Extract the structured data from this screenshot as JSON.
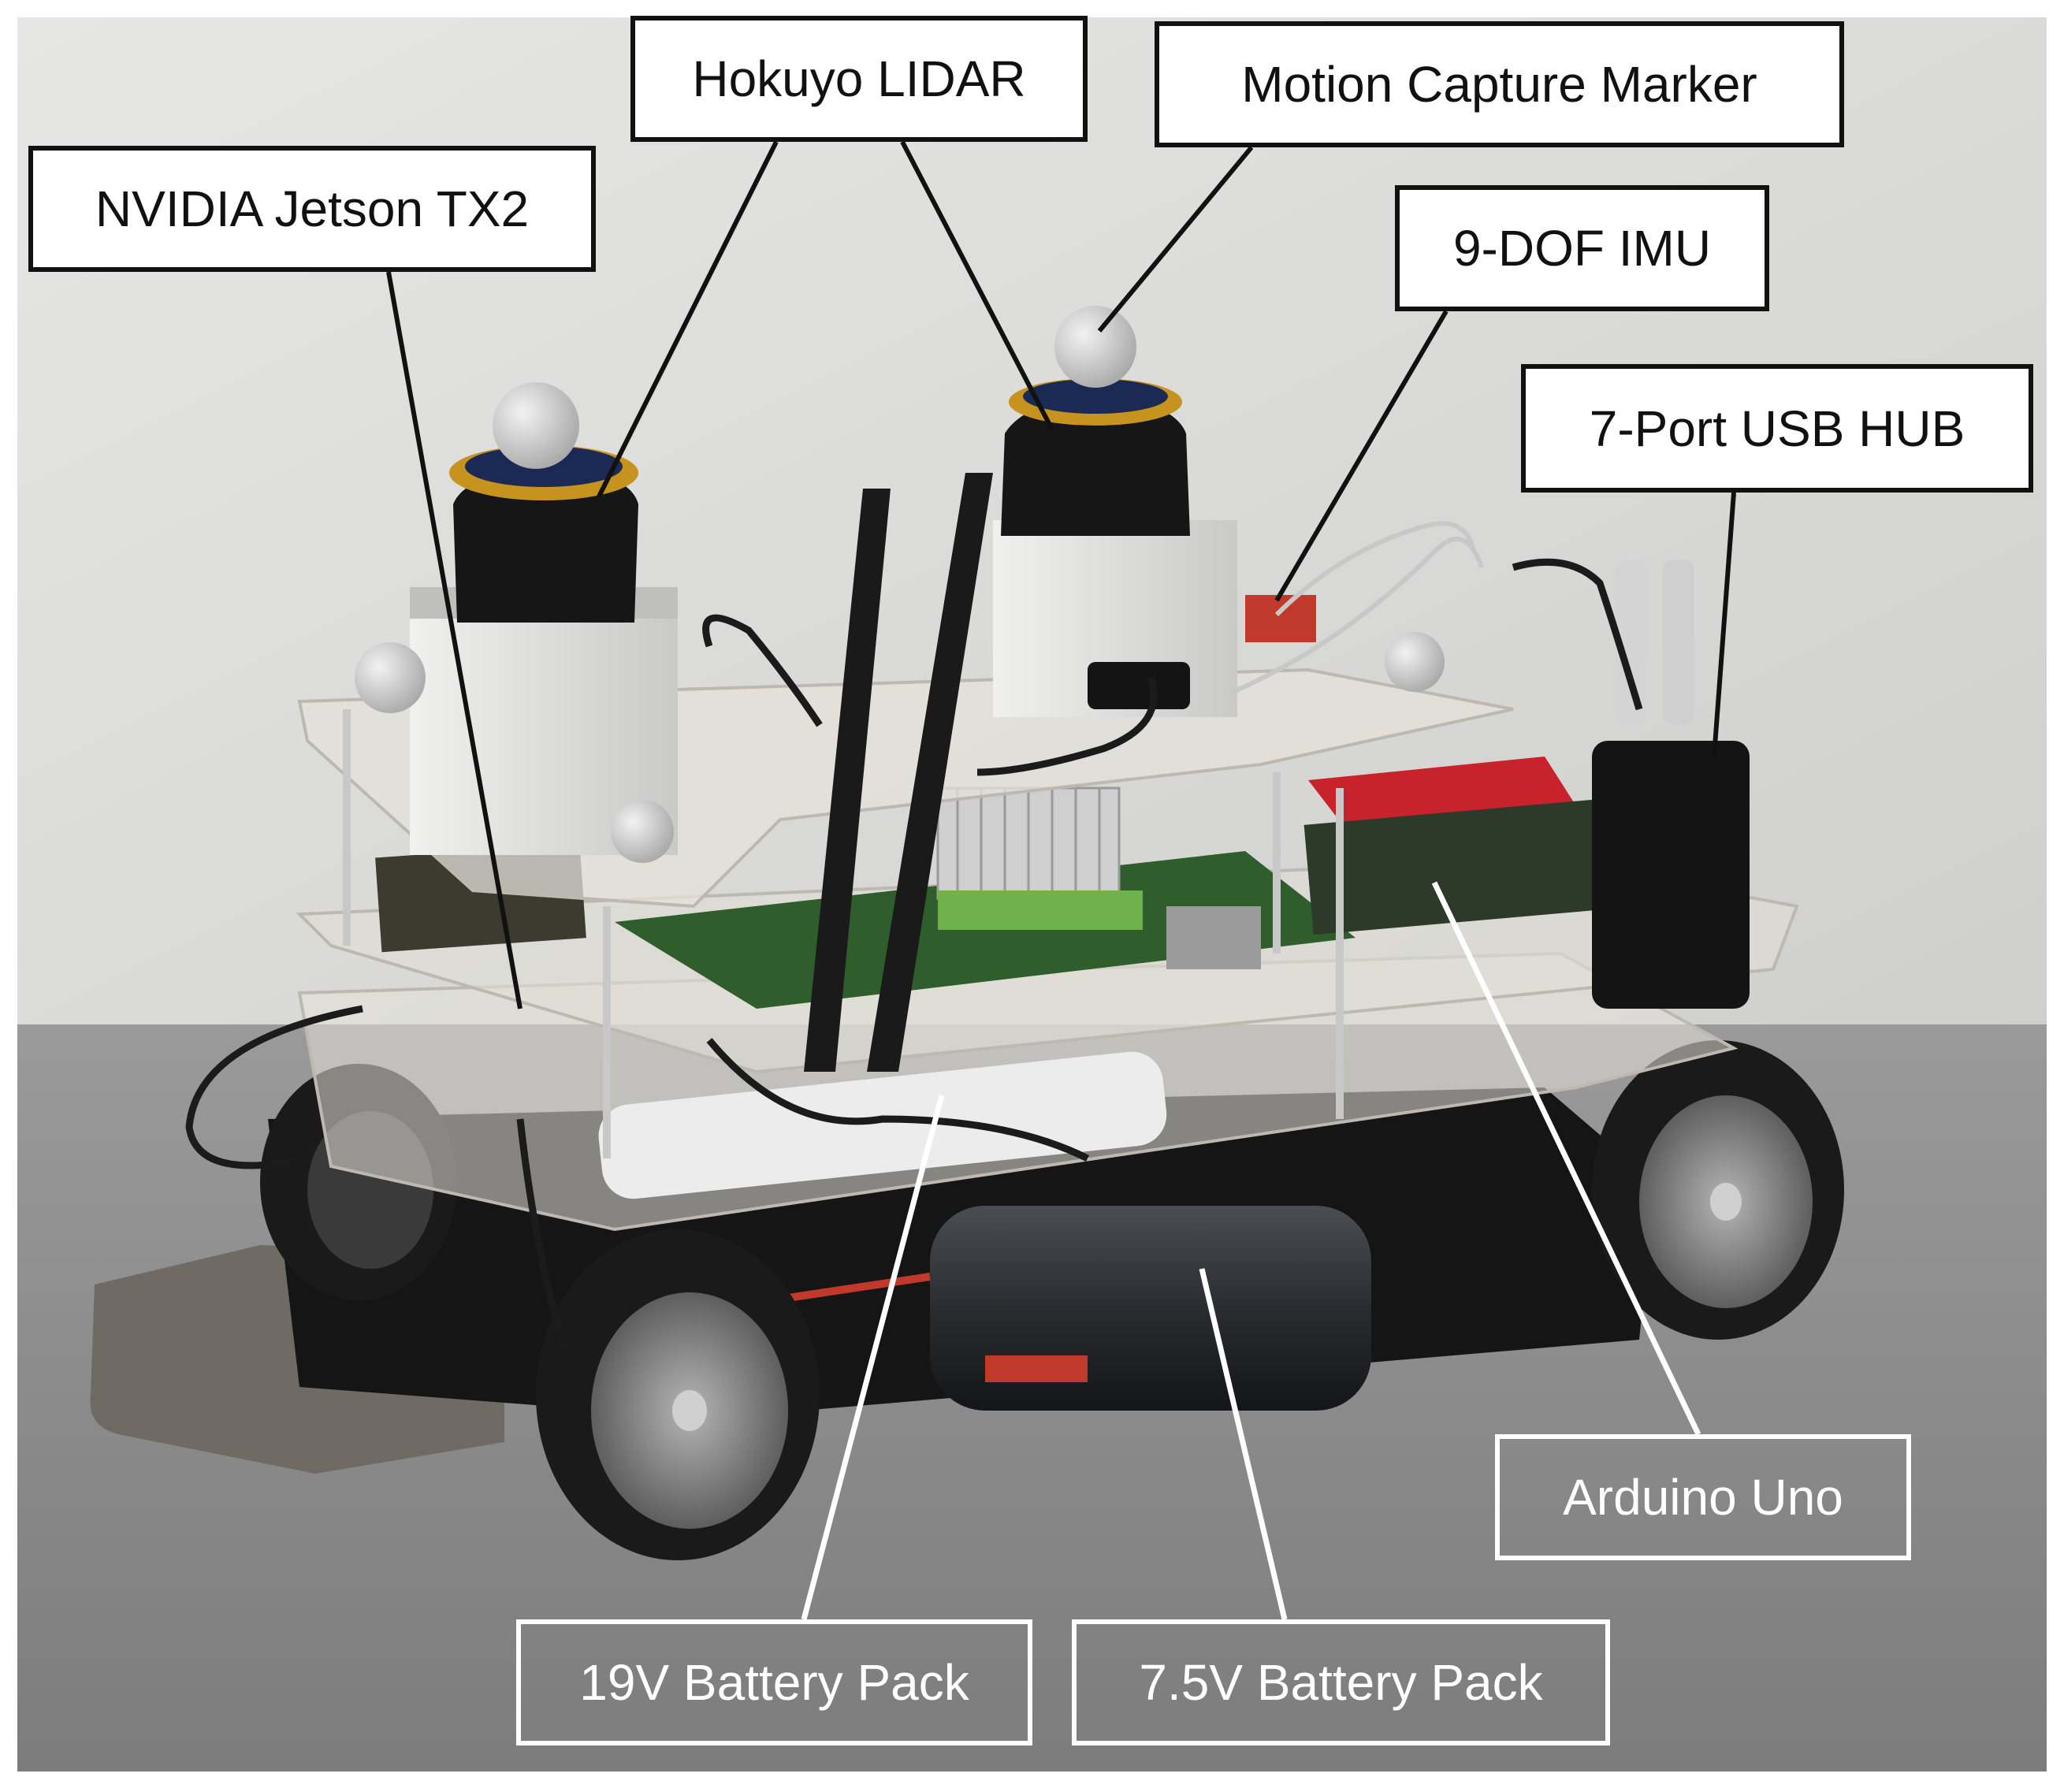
{
  "photo": {
    "colors": {
      "wall": "#dcdcda",
      "floor": "#8a8a8a",
      "acrylic": "#d9d6cf",
      "lidar_body": "#e2e2e0",
      "lidar_top": "#161616",
      "marker": "#d8d8d8",
      "wheel": "#1a1a1a",
      "rim": "#8d8d8d",
      "pcb_green": "#2f5d2c",
      "arduino_red": "#c8232c",
      "battery": "#25272a",
      "bumper": "#6f6a63",
      "usb_hub": "#141414"
    },
    "components": [
      "battery-pack",
      "wheel",
      "lidar-sensor",
      "motion-capture-marker",
      "antenna",
      "acrylic-plate",
      "arduino-board",
      "heatsink",
      "usb-hub"
    ]
  },
  "labels": {
    "nvidia_jetson": "NVIDIA Jetson TX2",
    "hokuyo_lidar": "Hokuyo LIDAR",
    "motion_capture": "Motion Capture Marker",
    "imu": "9-DOF IMU",
    "usb_hub": "7-Port USB HUB",
    "arduino": "Arduino Uno",
    "battery_19v": "19V Battery Pack",
    "battery_7_5v": "7.5V Battery Pack"
  }
}
